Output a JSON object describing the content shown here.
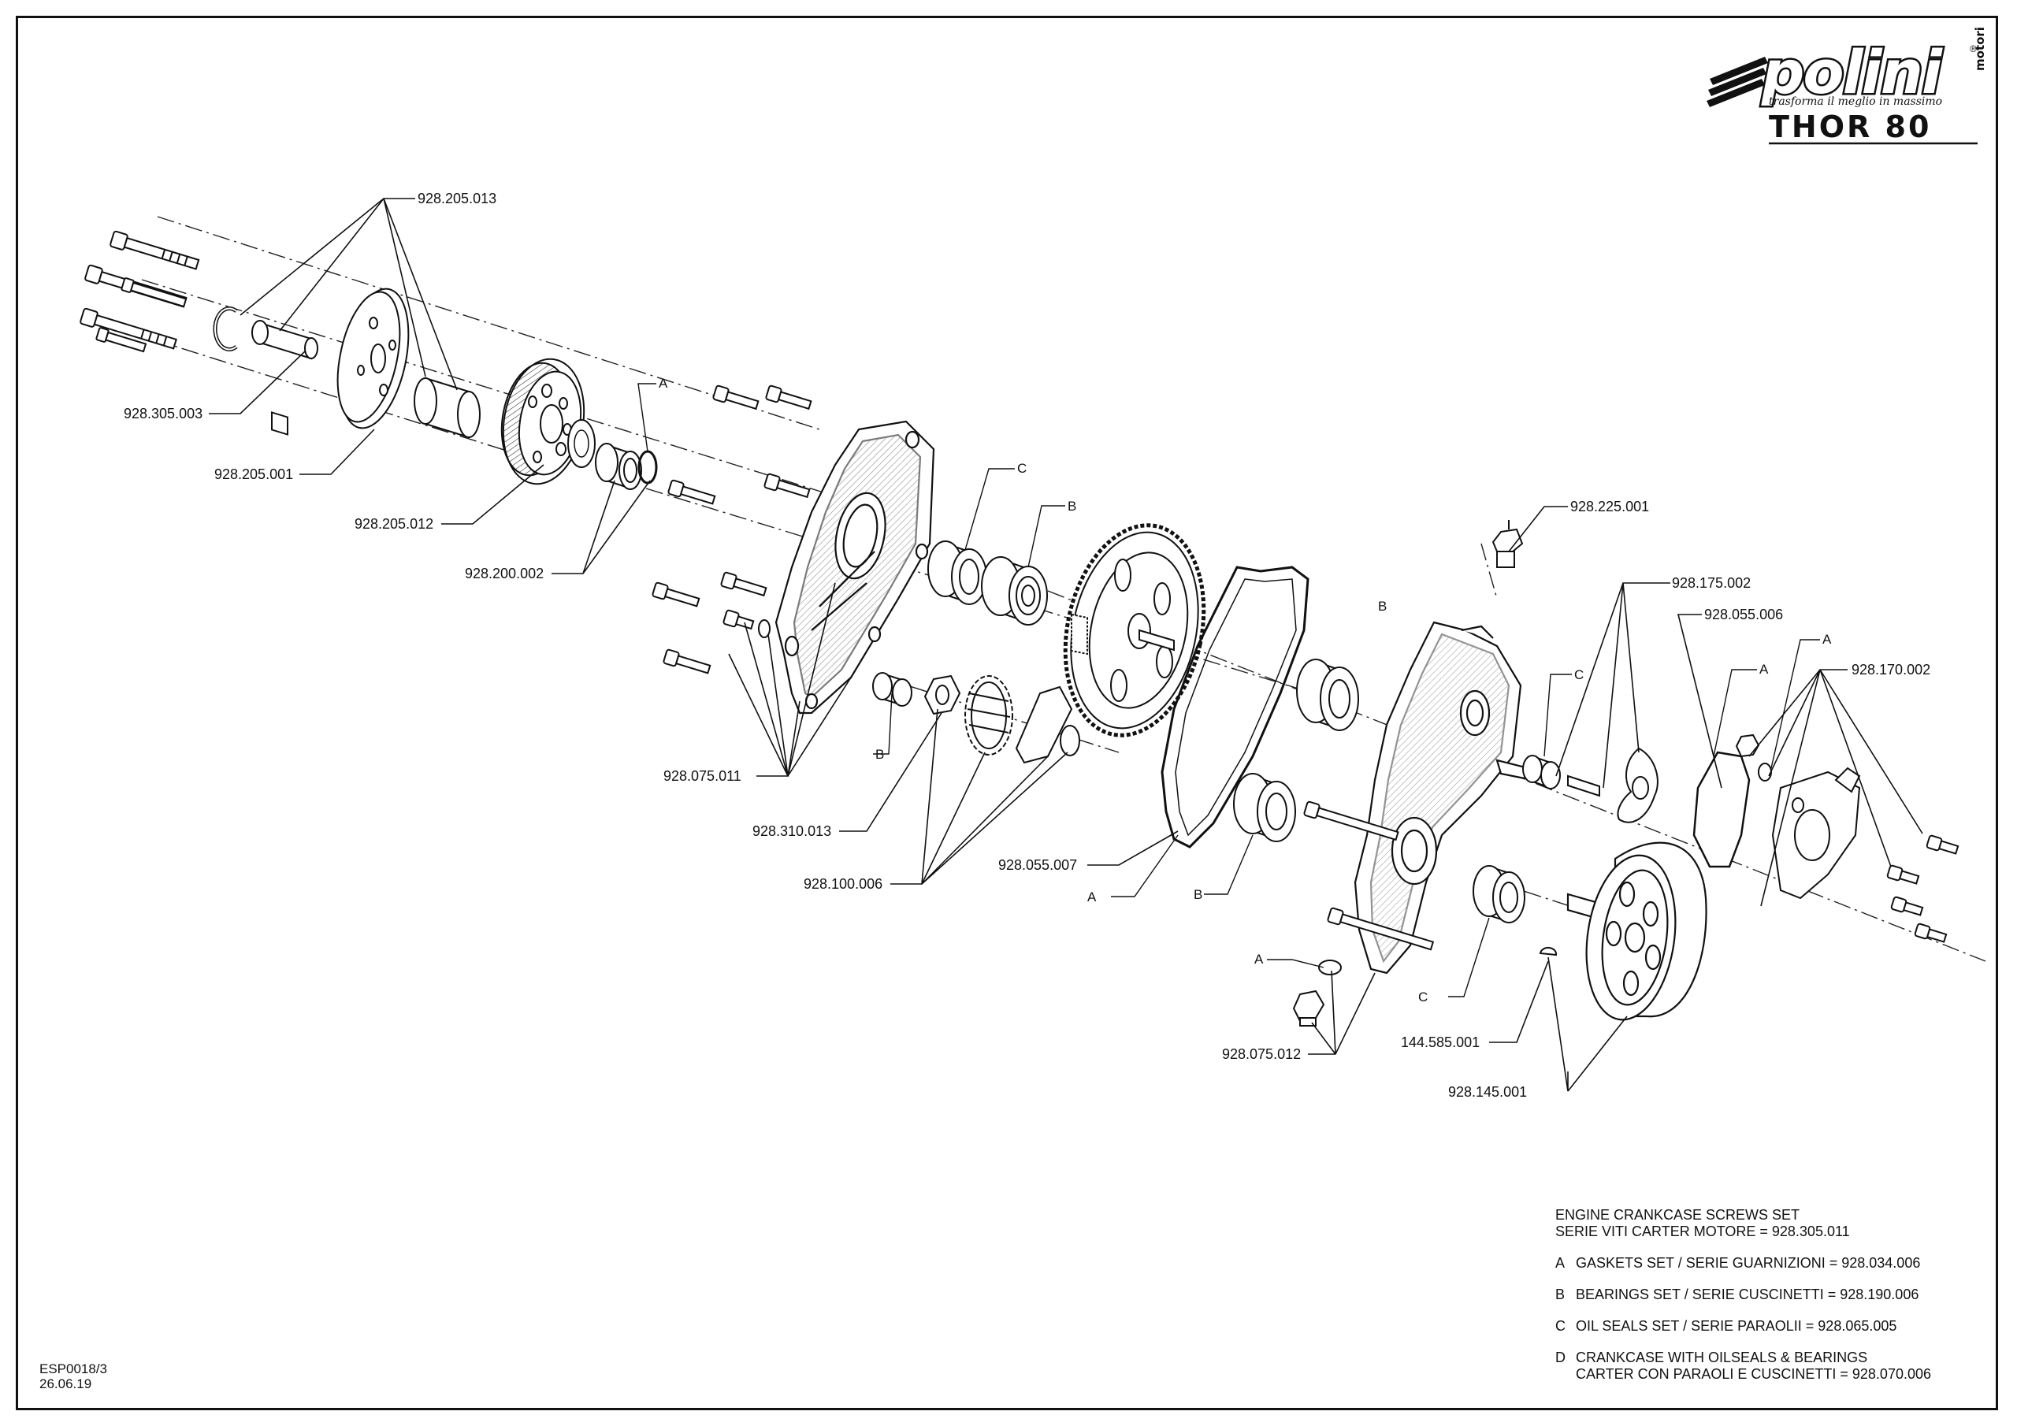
{
  "brand": {
    "logo_text": "polini",
    "logo_side_text": "motori",
    "registered_mark": "®",
    "tagline": "trasforma il meglio in massimo",
    "model": "THOR 80"
  },
  "callouts": [
    {
      "id": "c1",
      "text": "928.205.013"
    },
    {
      "id": "c2",
      "text": "928.305.003"
    },
    {
      "id": "c3",
      "text": "928.205.001"
    },
    {
      "id": "c4",
      "text": "928.205.012"
    },
    {
      "id": "c5",
      "text": "928.200.002"
    },
    {
      "id": "c6",
      "text": "928.075.011"
    },
    {
      "id": "c7",
      "text": "928.310.013"
    },
    {
      "id": "c8",
      "text": "928.100.006"
    },
    {
      "id": "c9",
      "text": "928.055.007"
    },
    {
      "id": "c10",
      "text": "928.225.001"
    },
    {
      "id": "c11",
      "text": "928.175.002"
    },
    {
      "id": "c12",
      "text": "928.055.006"
    },
    {
      "id": "c13",
      "text": "928.170.002"
    },
    {
      "id": "c14",
      "text": "928.075.012"
    },
    {
      "id": "c15",
      "text": "144.585.001"
    },
    {
      "id": "c16",
      "text": "928.145.001"
    }
  ],
  "set_letters": [
    {
      "id": "s1",
      "text": "A"
    },
    {
      "id": "s2",
      "text": "C"
    },
    {
      "id": "s3",
      "text": "B"
    },
    {
      "id": "s4",
      "text": "B"
    },
    {
      "id": "s5",
      "text": "A"
    },
    {
      "id": "s6",
      "text": "B"
    },
    {
      "id": "s7",
      "text": "C"
    },
    {
      "id": "s8",
      "text": "A"
    },
    {
      "id": "s9",
      "text": "A"
    },
    {
      "id": "s10",
      "text": "A"
    },
    {
      "id": "s11",
      "text": "C"
    },
    {
      "id": "s12",
      "text": "B"
    }
  ],
  "notes": {
    "screws_set_en": "ENGINE CRANKCASE SCREWS SET",
    "screws_set_it": "SERIE VITI CARTER MOTORE = 928.305.011",
    "items": [
      {
        "key": "A",
        "lines": [
          "GASKETS SET / SERIE GUARNIZIONI = 928.034.006"
        ]
      },
      {
        "key": "B",
        "lines": [
          "BEARINGS SET / SERIE CUSCINETTI = 928.190.006"
        ]
      },
      {
        "key": "C",
        "lines": [
          "OIL SEALS SET / SERIE PARAOLII = 928.065.005"
        ]
      },
      {
        "key": "D",
        "lines": [
          "CRANKCASE WITH OILSEALS & BEARINGS",
          "CARTER CON PARAOLI E CUSCINETTI = 928.070.006"
        ]
      }
    ]
  },
  "document": {
    "code": "ESP0018/3",
    "date": "26.06.19"
  }
}
